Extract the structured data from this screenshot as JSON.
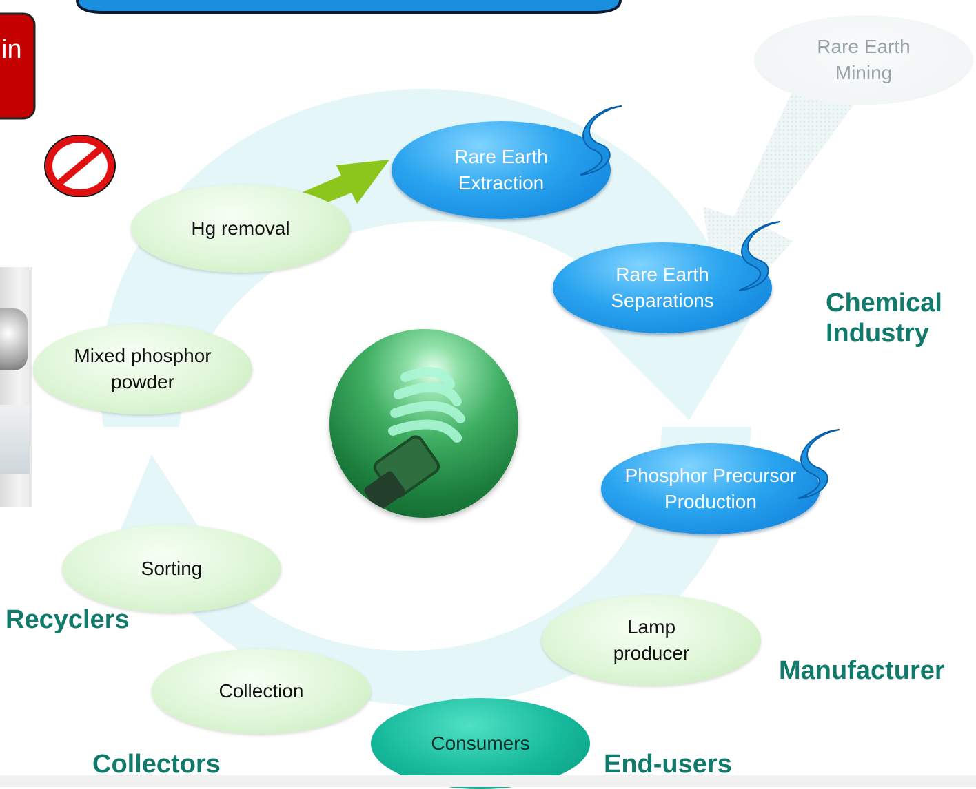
{
  "nodes": {
    "rare_earth_mining": "Rare Earth\nMining",
    "rare_earth_extraction": "Rare Earth\nExtraction",
    "rare_earth_separations": "Rare Earth\nSeparations",
    "phosphor_precursor_production": "Phosphor Precursor\nProduction",
    "lamp_producer": "Lamp\nproducer",
    "consumers": "Consumers",
    "collection": "Collection",
    "sorting": "Sorting",
    "mixed_phosphor_powder": "Mixed phosphor\npowder",
    "hg_removal": "Hg removal"
  },
  "groups": {
    "chemical_industry": "Chemical\nIndustry",
    "manufacturer": "Manufacturer",
    "end_users": "End-users",
    "collectors": "Collectors",
    "recyclers": "Recyclers"
  },
  "banner": {
    "partial_text": "in"
  },
  "colors": {
    "blue_node": "#1e96e8",
    "green_node": "#d9f3d1",
    "teal_node": "#16b99b",
    "group_label": "#127a6b",
    "cycle_arrow": "#d9f4f6",
    "highlight_arrow": "#8cc51c",
    "banner": "#c50000"
  },
  "icons": [
    "no-sign-icon",
    "swirl-icon",
    "light-bulb-icon",
    "lamp-photo"
  ]
}
